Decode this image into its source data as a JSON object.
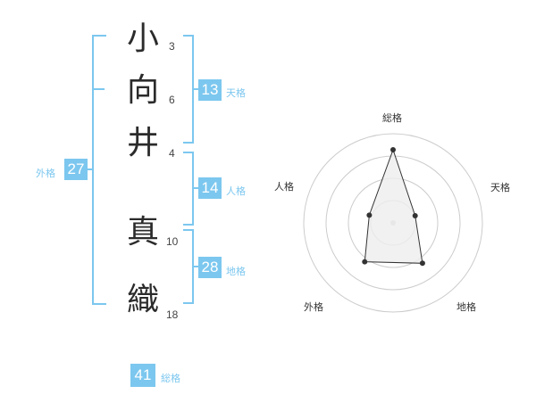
{
  "name": {
    "chars": [
      {
        "char": "小",
        "strokes": "3"
      },
      {
        "char": "向",
        "strokes": "6"
      },
      {
        "char": "井",
        "strokes": "4"
      },
      {
        "char": "真",
        "strokes": "10"
      },
      {
        "char": "織",
        "strokes": "18"
      }
    ]
  },
  "kakusu": {
    "tenkaku": {
      "value": "13",
      "label": "天格"
    },
    "jinkaku": {
      "value": "14",
      "label": "人格"
    },
    "chikaku": {
      "value": "28",
      "label": "地格"
    },
    "gaikaku": {
      "value": "27",
      "label": "外格"
    },
    "soukaku": {
      "value": "41",
      "label": "総格"
    }
  },
  "colors": {
    "accent": "#7cc7ef",
    "ring": "#cccccc",
    "fill": "#eeeeee",
    "line": "#333333"
  },
  "chart_data": {
    "type": "radar",
    "axes": [
      "総格",
      "天格",
      "地格",
      "外格",
      "人格"
    ],
    "values": [
      41,
      13,
      28,
      27,
      14
    ],
    "rings": 4
  }
}
